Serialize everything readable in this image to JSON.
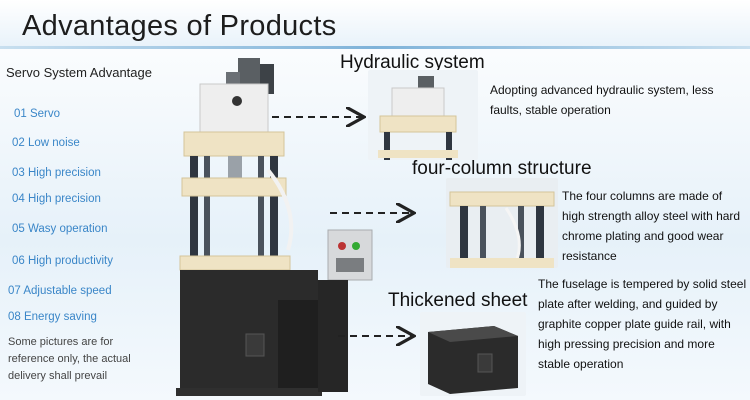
{
  "header": {
    "title": "Advantages of Products"
  },
  "left_panel": {
    "subtitle": "Servo System Advantage",
    "items": [
      "01 Servo",
      "02 Low noise",
      "03 High precision",
      "04 High precision",
      "05 Wasy operation",
      "06 High productivity",
      "07  Adjustable speed",
      "08 Energy saving"
    ],
    "note": "Some pictures are for reference only, the actual delivery shall prevail"
  },
  "features": [
    {
      "heading": "Hydraulic system",
      "description": "Adopting advanced hydraulic system, less faults, stable operation"
    },
    {
      "heading": "four-column structure",
      "description": "The four columns are made of high strength alloy steel with hard chrome plating and good wear resistance"
    },
    {
      "heading": "Thickened sheet",
      "description": "The fuselage is tempered by solid steel plate after welding, and guided by graphite copper plate guide rail, with high pressing precision and more stable operation"
    }
  ],
  "colors": {
    "list_text": "#3a86c8",
    "machine_frame": "#efe3c4",
    "machine_base": "#2b2b2b",
    "machine_column": "#2f3640",
    "cylinder": "#e9e9e9"
  }
}
